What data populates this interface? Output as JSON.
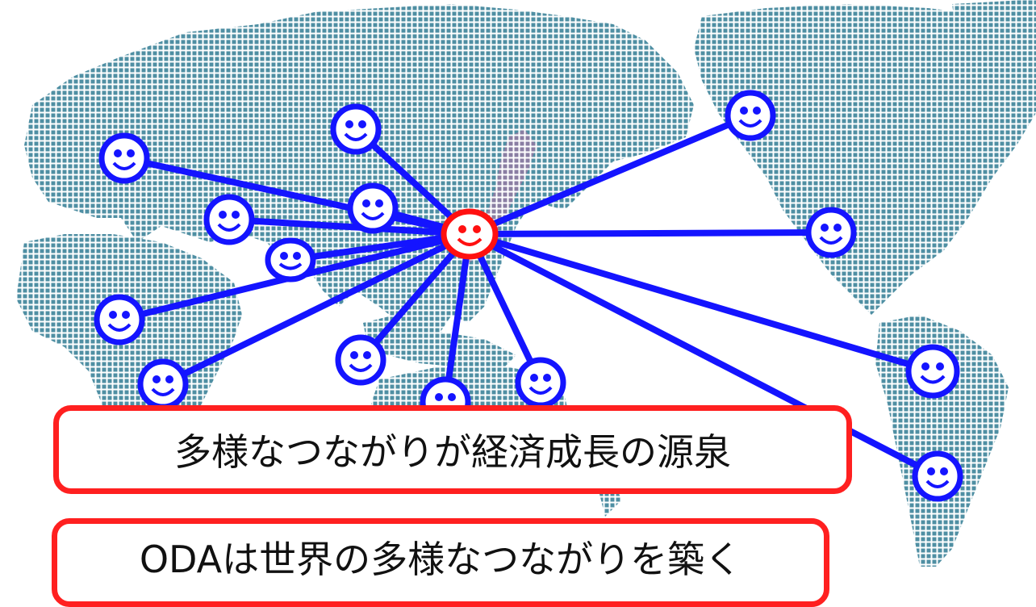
{
  "caption_1": "多様なつながりが経済成長の源泉",
  "caption_2": "ODAは世界の多様なつながりを築く",
  "colors": {
    "land_dots": "#4f8fa3",
    "japan_dots": "#8a7ea3",
    "network_lines": "#1414ff",
    "partner_face": "#1414ff",
    "hub_face": "#ff1010",
    "caption_border": "#ff2020"
  },
  "diagram": {
    "hub": "japan-hub-face",
    "partner_faces": [
      "europe-west",
      "europe-central",
      "russia-central",
      "middle-east",
      "africa-west",
      "africa-south",
      "southeast-asia",
      "indonesia",
      "australia-west",
      "australia-east",
      "russia-far-east",
      "north-america",
      "south-america-north",
      "south-america-south"
    ]
  }
}
